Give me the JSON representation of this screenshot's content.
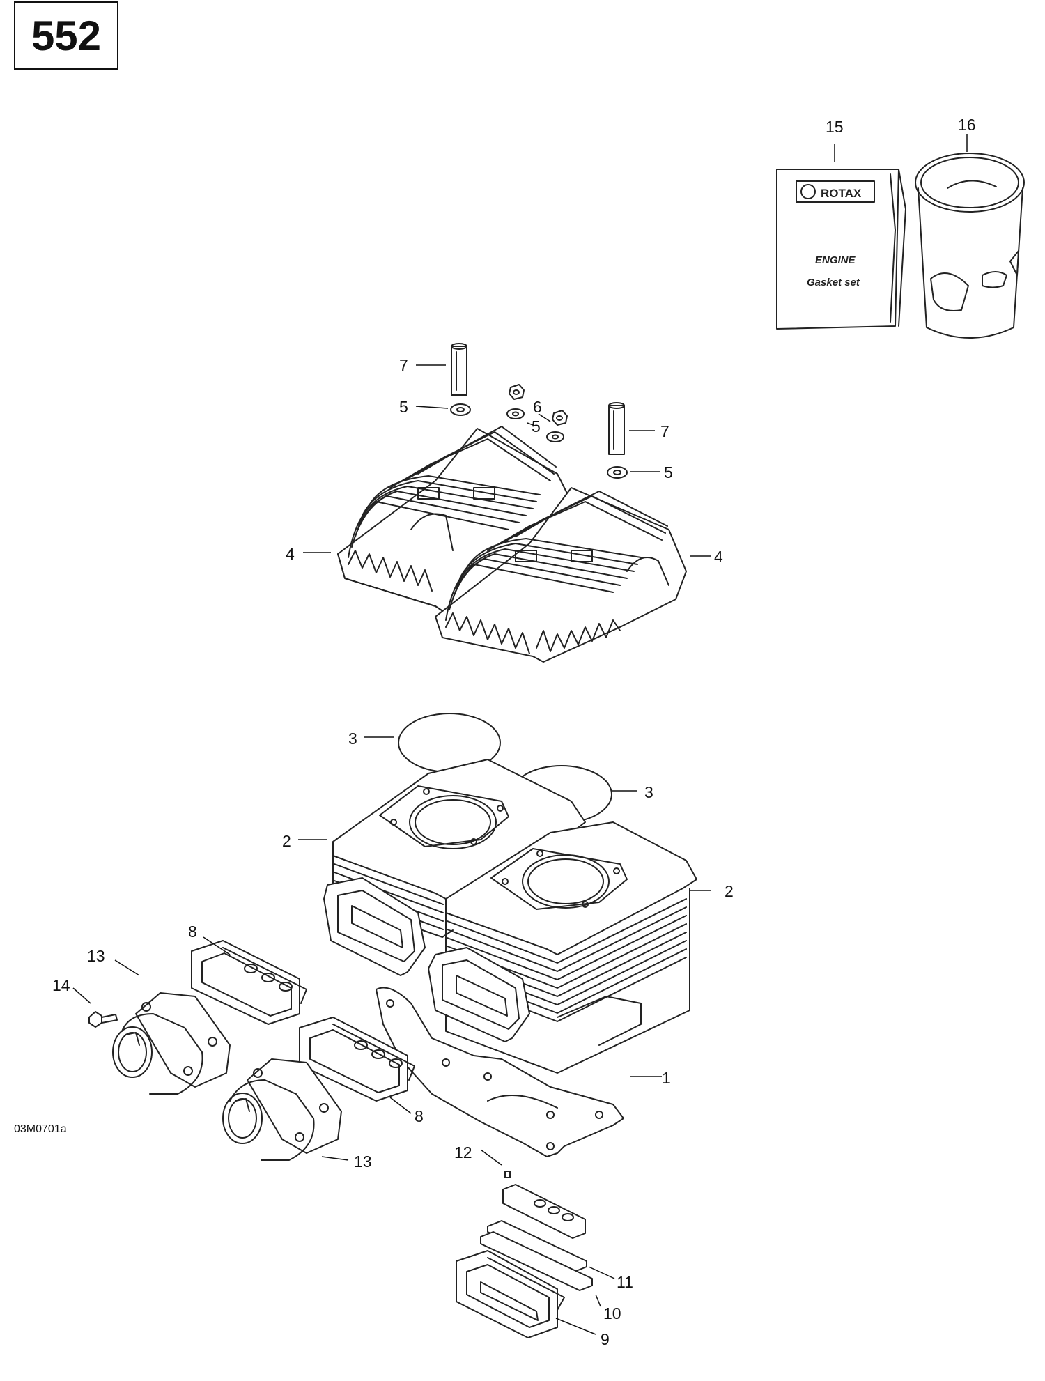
{
  "page": {
    "number": "552",
    "figure_code": "03M0701a"
  },
  "gasket_set_book": {
    "brand": "ROTAX",
    "line1": "ENGINE",
    "line2": "Gasket set"
  },
  "callouts": {
    "c15": "15",
    "c16": "16",
    "c7a": "7",
    "c5a": "5",
    "c6": "6",
    "c5b": "5",
    "c7b": "7",
    "c5c": "5",
    "c4a": "4",
    "c4b": "4",
    "c3a": "3",
    "c3b": "3",
    "c2a": "2",
    "c2b": "2",
    "c8a": "8",
    "c13a": "13",
    "c14": "14",
    "c1": "1",
    "c8b": "8",
    "c13b": "13",
    "c12": "12",
    "c11": "11",
    "c10": "10",
    "c9": "9"
  }
}
